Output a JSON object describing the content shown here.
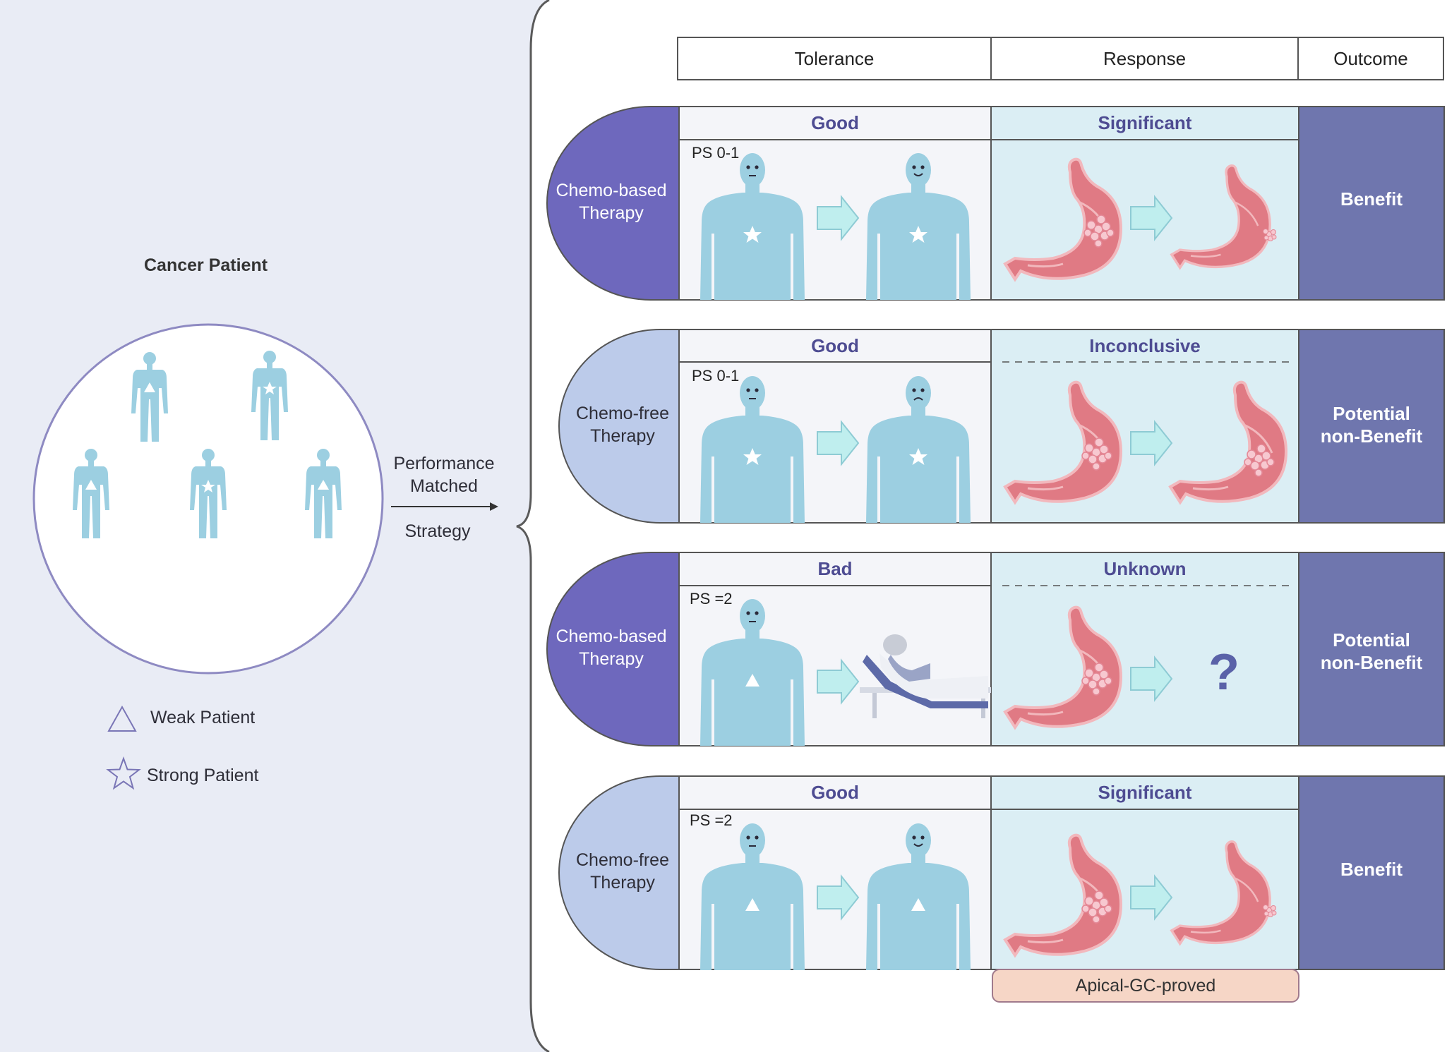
{
  "left_panel": {
    "title": "Cancer Patient",
    "legend": [
      {
        "symbol": "triangle",
        "label": "Weak Patient"
      },
      {
        "symbol": "star",
        "label": "Strong Patient"
      }
    ],
    "strategy_lines": [
      "Performance",
      "Matched",
      "Strategy"
    ]
  },
  "headers": {
    "tolerance": "Tolerance",
    "response": "Response",
    "outcome": "Outcome"
  },
  "rows": [
    {
      "therapy": [
        "Chemo-based",
        "Therapy"
      ],
      "tolerance": "Good",
      "ps": "PS 0-1",
      "response": "Significant",
      "outcome": [
        "Benefit"
      ]
    },
    {
      "therapy": [
        "Chemo-free",
        "Therapy"
      ],
      "tolerance": "Good",
      "ps": "PS 0-1",
      "response": "Inconclusive",
      "outcome": [
        "Potential",
        "non-Benefit"
      ]
    },
    {
      "therapy": [
        "Chemo-based",
        "Therapy"
      ],
      "tolerance": "Bad",
      "ps": "PS =2",
      "response": "Unknown",
      "unknown_mark": "?",
      "outcome": [
        "Potential",
        "non-Benefit"
      ]
    },
    {
      "therapy": [
        "Chemo-free",
        "Therapy"
      ],
      "tolerance": "Good",
      "ps": "PS =2",
      "response": "Significant",
      "outcome": [
        "Benefit"
      ]
    }
  ],
  "footer_tag": "Apical-GC-proved",
  "colors": {
    "left_bg": "#e9ecf5",
    "chemo_based": "#6e68bd",
    "chemo_free": "#bccbea",
    "outcome": "#6f76ae",
    "label_text": "#4e4c92",
    "body_figure": "#9ccfe1",
    "stomach": "#e07a84",
    "arrow": "#bfeeee",
    "response_bg": "#dbeef4",
    "tolerance_bg": "#f4f5f9",
    "tag_bg": "#f6d6c6"
  }
}
